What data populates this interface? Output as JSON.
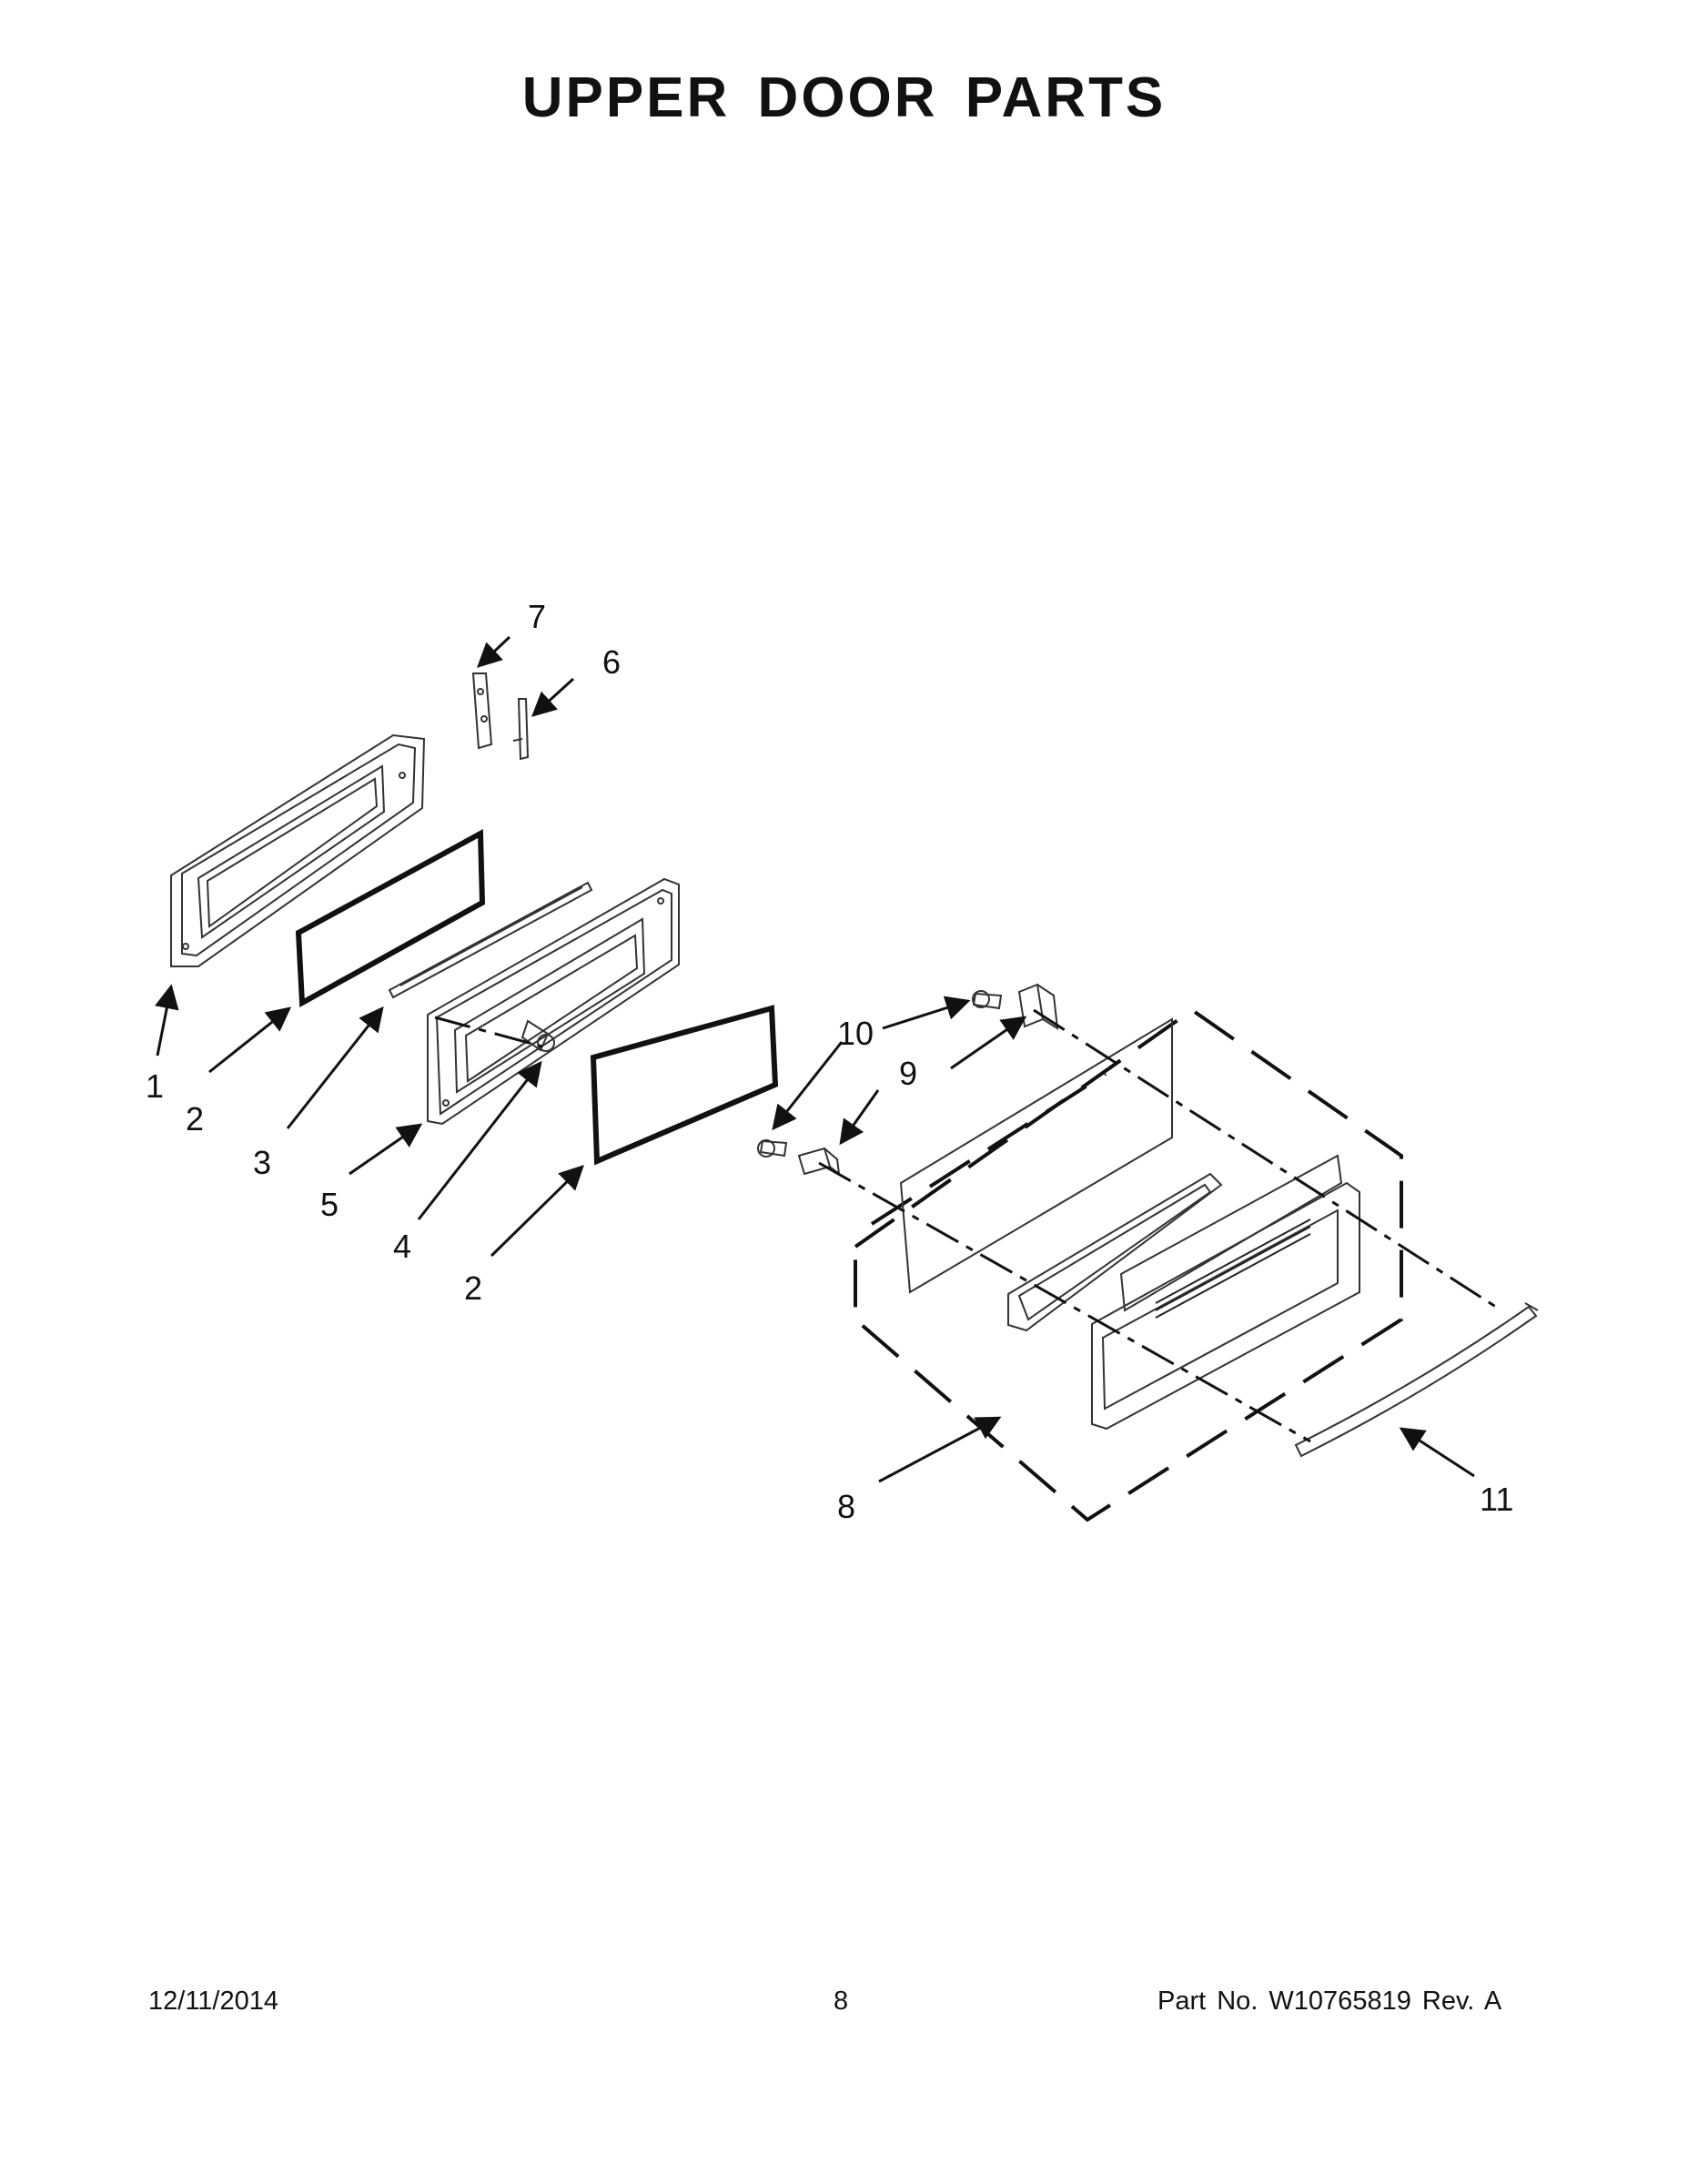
{
  "title": "UPPER DOOR PARTS",
  "callouts": {
    "c1": "1",
    "c2a": "2",
    "c3": "3",
    "c5": "5",
    "c4": "4",
    "c2b": "2",
    "c7": "7",
    "c6": "6",
    "c10": "10",
    "c9": "9",
    "c8": "8",
    "c11": "11"
  },
  "footer": {
    "date": "12/11/2014",
    "page": "8",
    "part": "Part No.  W10765819  Rev.  A"
  }
}
